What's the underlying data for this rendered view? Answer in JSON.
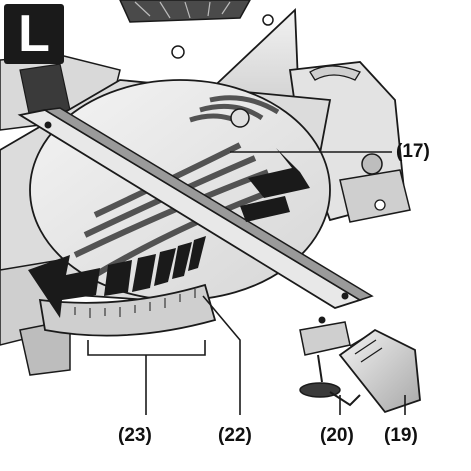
{
  "figure": {
    "letter": "L",
    "callouts": {
      "c17": "(17)",
      "c19": "(19)",
      "c20": "(20)",
      "c22": "(22)",
      "c23": "(23)"
    }
  },
  "colors": {
    "line": "#1a1a1a",
    "metal_light": "#ececec",
    "metal_mid": "#cfcfcf",
    "metal_dark": "#9a9a9a",
    "shadow": "#5a5a5a",
    "badge": "#1a1a1a"
  }
}
